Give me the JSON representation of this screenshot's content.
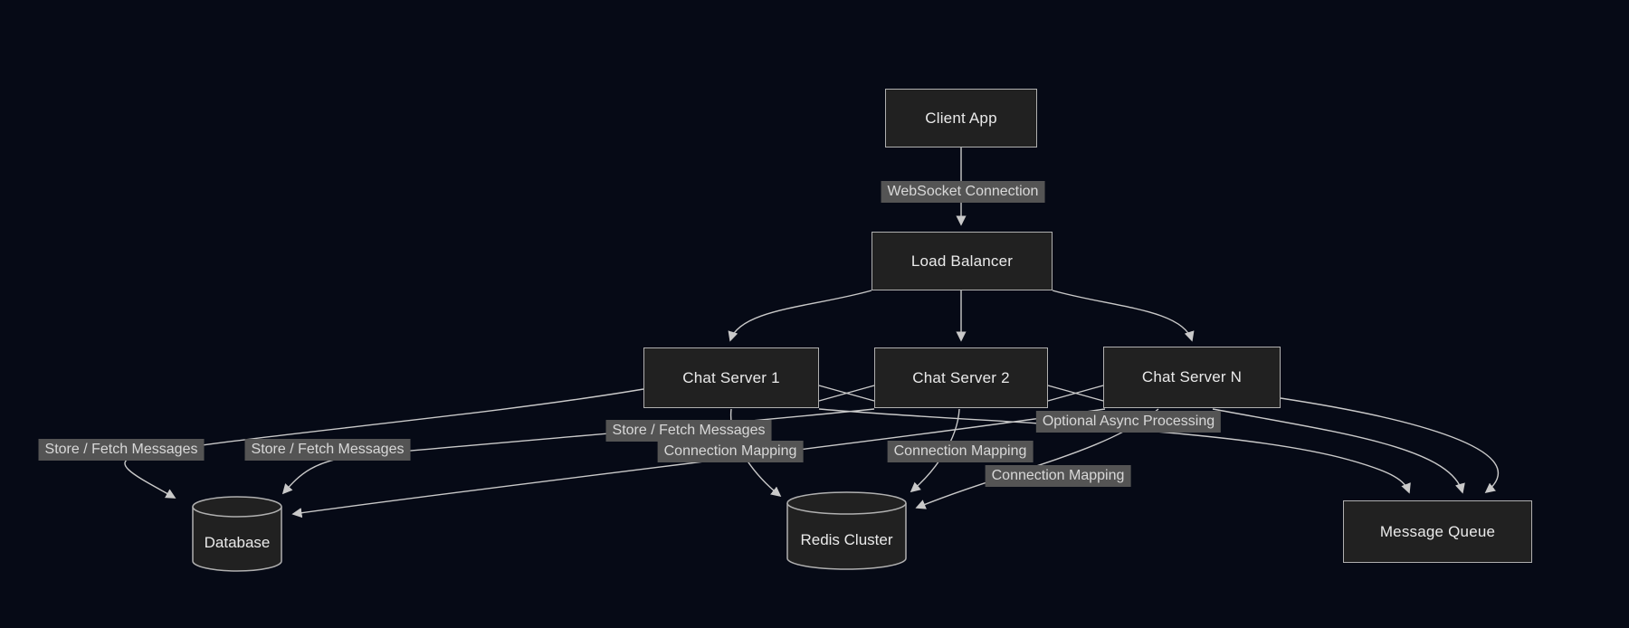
{
  "diagram": {
    "nodes": {
      "client_app": {
        "label": "Client App",
        "shape": "rect"
      },
      "load_balancer": {
        "label": "Load Balancer",
        "shape": "rect"
      },
      "chat_server_1": {
        "label": "Chat Server 1",
        "shape": "rect"
      },
      "chat_server_2": {
        "label": "Chat Server 2",
        "shape": "rect"
      },
      "chat_server_n": {
        "label": "Chat Server N",
        "shape": "rect"
      },
      "database": {
        "label": "Database",
        "shape": "cylinder"
      },
      "redis_cluster": {
        "label": "Redis Cluster",
        "shape": "cylinder"
      },
      "message_queue": {
        "label": "Message Queue",
        "shape": "rect"
      }
    },
    "edge_labels": {
      "websocket": "WebSocket Connection",
      "store_fetch_1": "Store / Fetch Messages",
      "store_fetch_2": "Store / Fetch Messages",
      "store_fetch_3": "Store / Fetch Messages",
      "connection_mapping_1": "Connection Mapping",
      "connection_mapping_2": "Connection Mapping",
      "connection_mapping_3": "Connection Mapping",
      "optional_async": "Optional Async Processing"
    },
    "colors": {
      "background": "#060a16",
      "node_fill": "#212121",
      "node_border": "#b0b0b0",
      "node_text": "#eaeaea",
      "edge": "#c9c9c9",
      "edge_label_bg": "#545454",
      "edge_label_text": "#d8d8d8"
    }
  }
}
